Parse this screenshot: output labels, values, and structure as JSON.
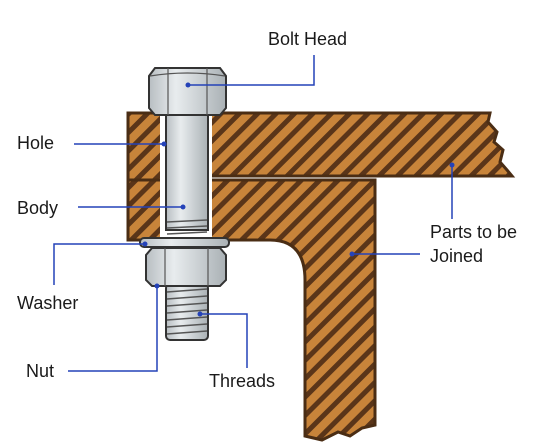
{
  "labels": {
    "bolt_head": "Bolt Head",
    "hole": "Hole",
    "body": "Body",
    "parts": "Parts to be",
    "parts_line2": "Joined",
    "washer": "Washer",
    "nut": "Nut",
    "threads": "Threads"
  },
  "colors": {
    "wood": "#c8843a",
    "hatch": "#5a3519",
    "outline": "#4a2d14",
    "metal": "#d4d9dc",
    "metal_dark": "#9aa3a8",
    "leader": "#2442b8"
  }
}
